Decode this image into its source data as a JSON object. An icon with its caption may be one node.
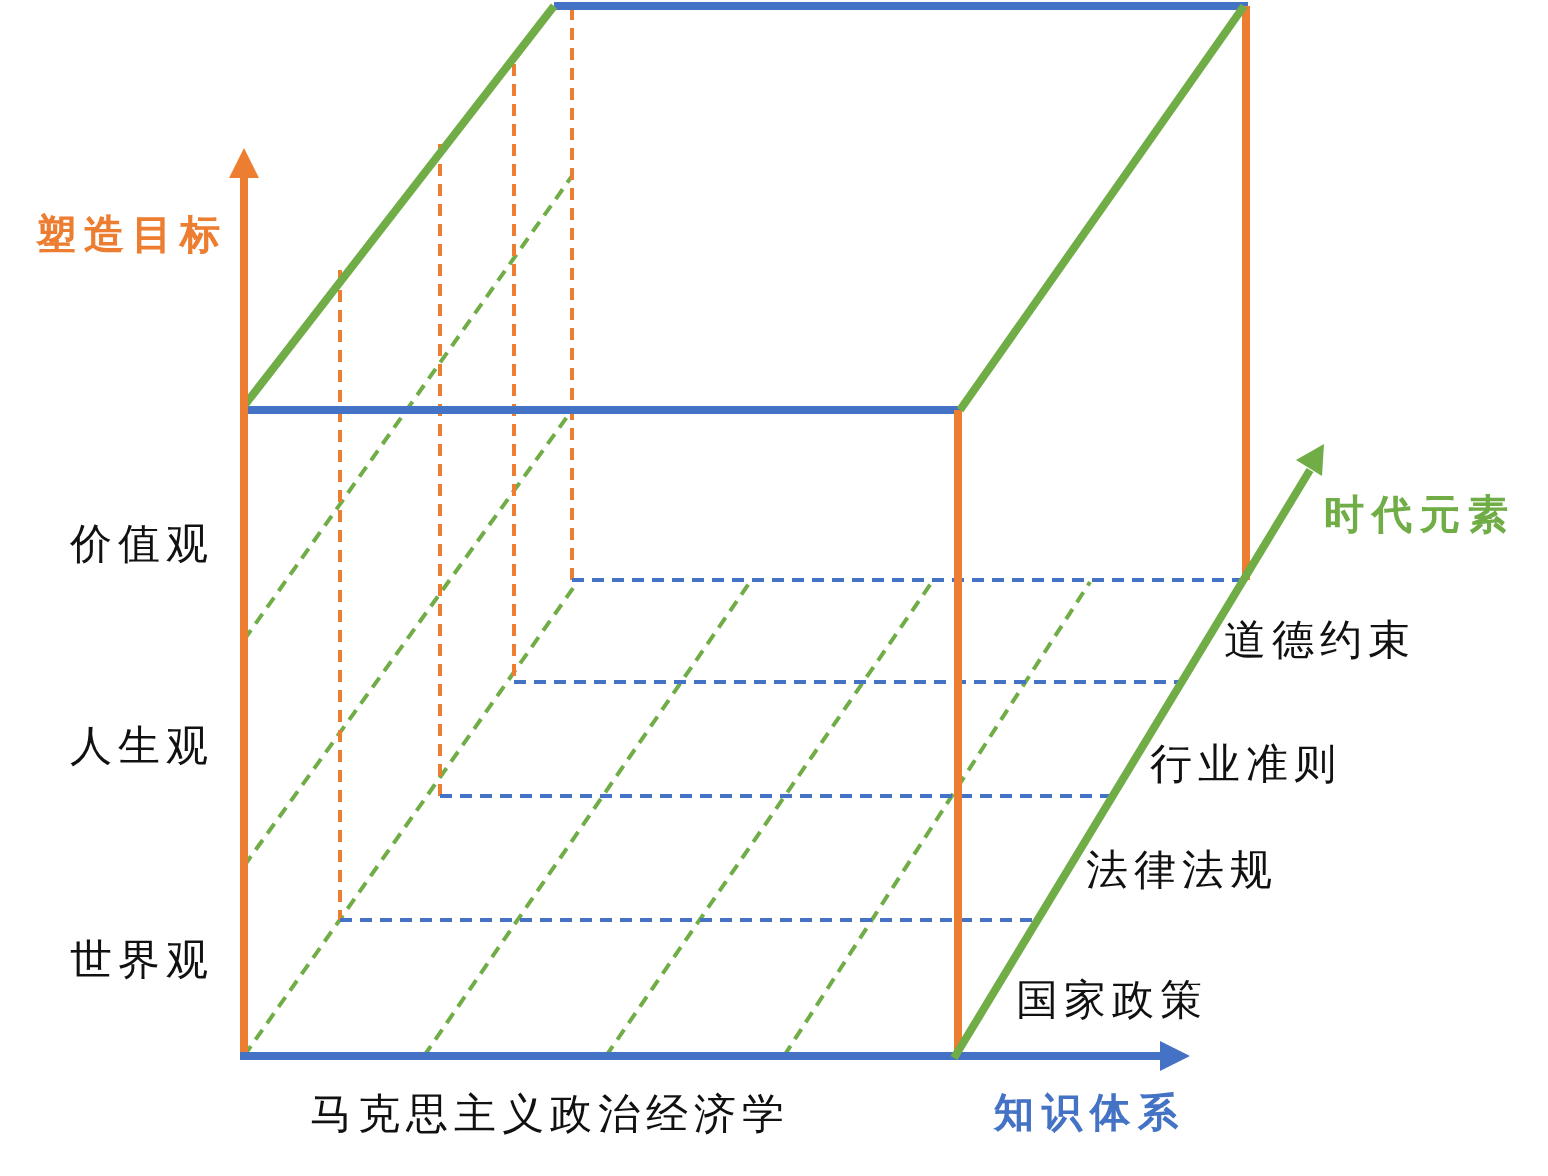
{
  "diagram": {
    "labels": [
      "塑造目标",
      "时代元素",
      "价值观",
      "道德约束",
      "人生观",
      "行业准则",
      "法律法规",
      "世界观",
      "国家政策",
      "马克思主义政治经济学",
      "知识体系"
    ]
  }
}
